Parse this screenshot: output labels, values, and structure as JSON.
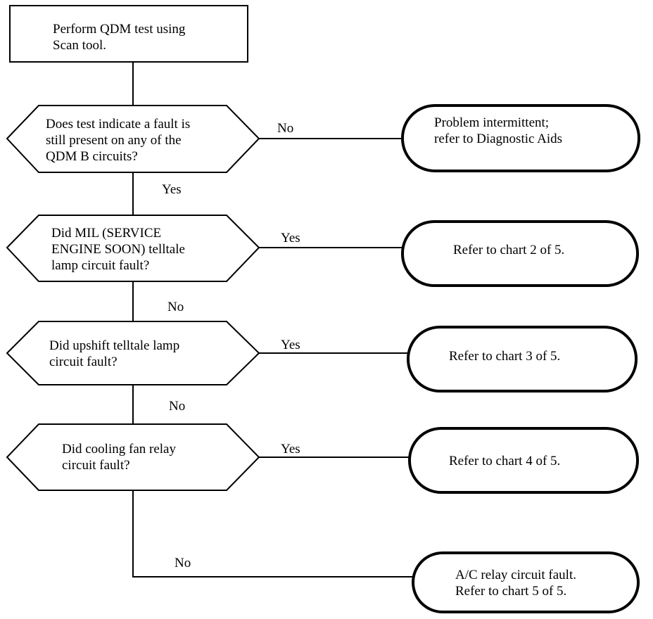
{
  "start": {
    "lines": [
      "Perform QDM test using",
      "Scan tool."
    ]
  },
  "decisions": [
    {
      "lines": [
        "Does test indicate a fault is",
        "still present on any of the",
        "QDM B circuits?"
      ]
    },
    {
      "lines": [
        "Did MIL (SERVICE",
        "ENGINE SOON) telltale",
        "lamp circuit fault?"
      ]
    },
    {
      "lines": [
        "Did upshift telltale lamp",
        "circuit fault?"
      ]
    },
    {
      "lines": [
        "Did cooling fan relay",
        "circuit fault?"
      ]
    }
  ],
  "outcomes": [
    {
      "lines": [
        "Problem intermittent;",
        "refer  to Diagnostic Aids"
      ]
    },
    {
      "lines": [
        "Refer to chart 2 of 5."
      ]
    },
    {
      "lines": [
        "Refer to chart 3 of 5."
      ]
    },
    {
      "lines": [
        "Refer to chart 4 of 5."
      ]
    },
    {
      "lines": [
        "A/C relay circuit fault.",
        "Refer to chart 5 of 5."
      ]
    }
  ],
  "branch_labels": {
    "d1_right": "No",
    "d1_down": "Yes",
    "d2_right": "Yes",
    "d2_down": "No",
    "d3_right": "Yes",
    "d3_down": "No",
    "d4_right": "Yes",
    "d4_down": "No"
  }
}
